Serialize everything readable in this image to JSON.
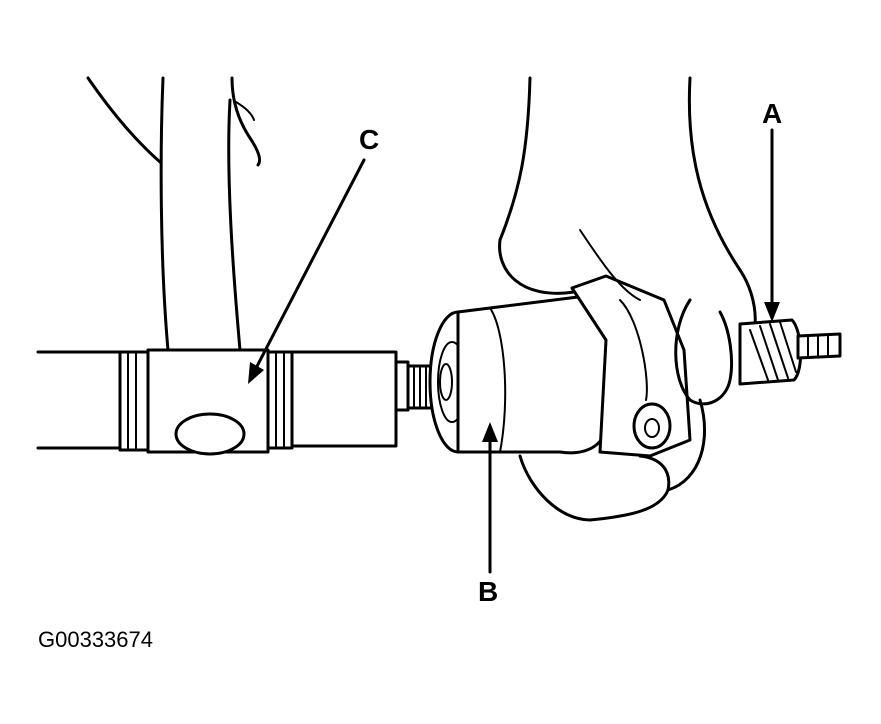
{
  "callouts": {
    "a": "A",
    "b": "B",
    "c": "C"
  },
  "figure_id": "G00333674",
  "colors": {
    "line": "#000000",
    "background": "#ffffff"
  }
}
